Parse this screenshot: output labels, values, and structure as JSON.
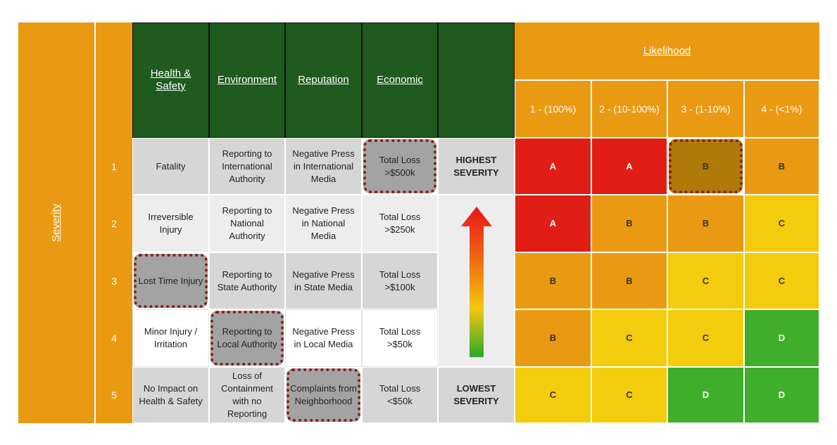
{
  "severity_label": "Severity",
  "likelihood_label": "Likelihood",
  "headers": [
    "Health & Safety",
    "Environment",
    "Reputation",
    "Economic"
  ],
  "likelihood_cols": [
    "1 - (100%)",
    "2 - (10-100%)",
    "3 - (1-10%)",
    "4 - (<1%)"
  ],
  "severity_markers": {
    "highest": "HIGHEST SEVERITY",
    "lowest": "LOWEST SEVERITY"
  },
  "rows": [
    {
      "num": "1",
      "cells": [
        "Fatality",
        "Reporting to International Authority",
        "Negative Press in International Media",
        "Total Loss >$500k"
      ],
      "matrix": [
        "A",
        "A",
        "B",
        "B"
      ]
    },
    {
      "num": "2",
      "cells": [
        "Irreversible Injury",
        "Reporting to National Authority",
        "Negative Press in National Media",
        "Total Loss >$250k"
      ],
      "matrix": [
        "A",
        "B",
        "B",
        "C"
      ]
    },
    {
      "num": "3",
      "cells": [
        "Lost Time Injury",
        "Reporting to State Authority",
        "Negative Press in State Media",
        "Total Loss >$100k"
      ],
      "matrix": [
        "B",
        "B",
        "C",
        "C"
      ]
    },
    {
      "num": "4",
      "cells": [
        "Minor Injury / Irritation",
        "Reporting to Local Authority",
        "Negative Press in Local Media",
        "Total Loss >$50k"
      ],
      "matrix": [
        "B",
        "C",
        "C",
        "D"
      ]
    },
    {
      "num": "5",
      "cells": [
        "No Impact on Health & Safety",
        "Loss of Containment with no Reporting",
        "Complaints from Neighborhood",
        "Total Loss <$50k"
      ],
      "matrix": [
        "C",
        "C",
        "D",
        "D"
      ]
    }
  ],
  "rating_colors": {
    "A": "#e01e16",
    "B": "#ea9a12",
    "C": "#f2cc0d",
    "D": "#3fae2a",
    "selected": "#b07a0a"
  },
  "highlighted_matrix_cell": {
    "row": 1,
    "col": 3
  },
  "highlighted_cells": [
    {
      "row": 1,
      "col": 4
    },
    {
      "row": 3,
      "col": 1
    },
    {
      "row": 4,
      "col": 2
    },
    {
      "row": 5,
      "col": 3
    }
  ]
}
